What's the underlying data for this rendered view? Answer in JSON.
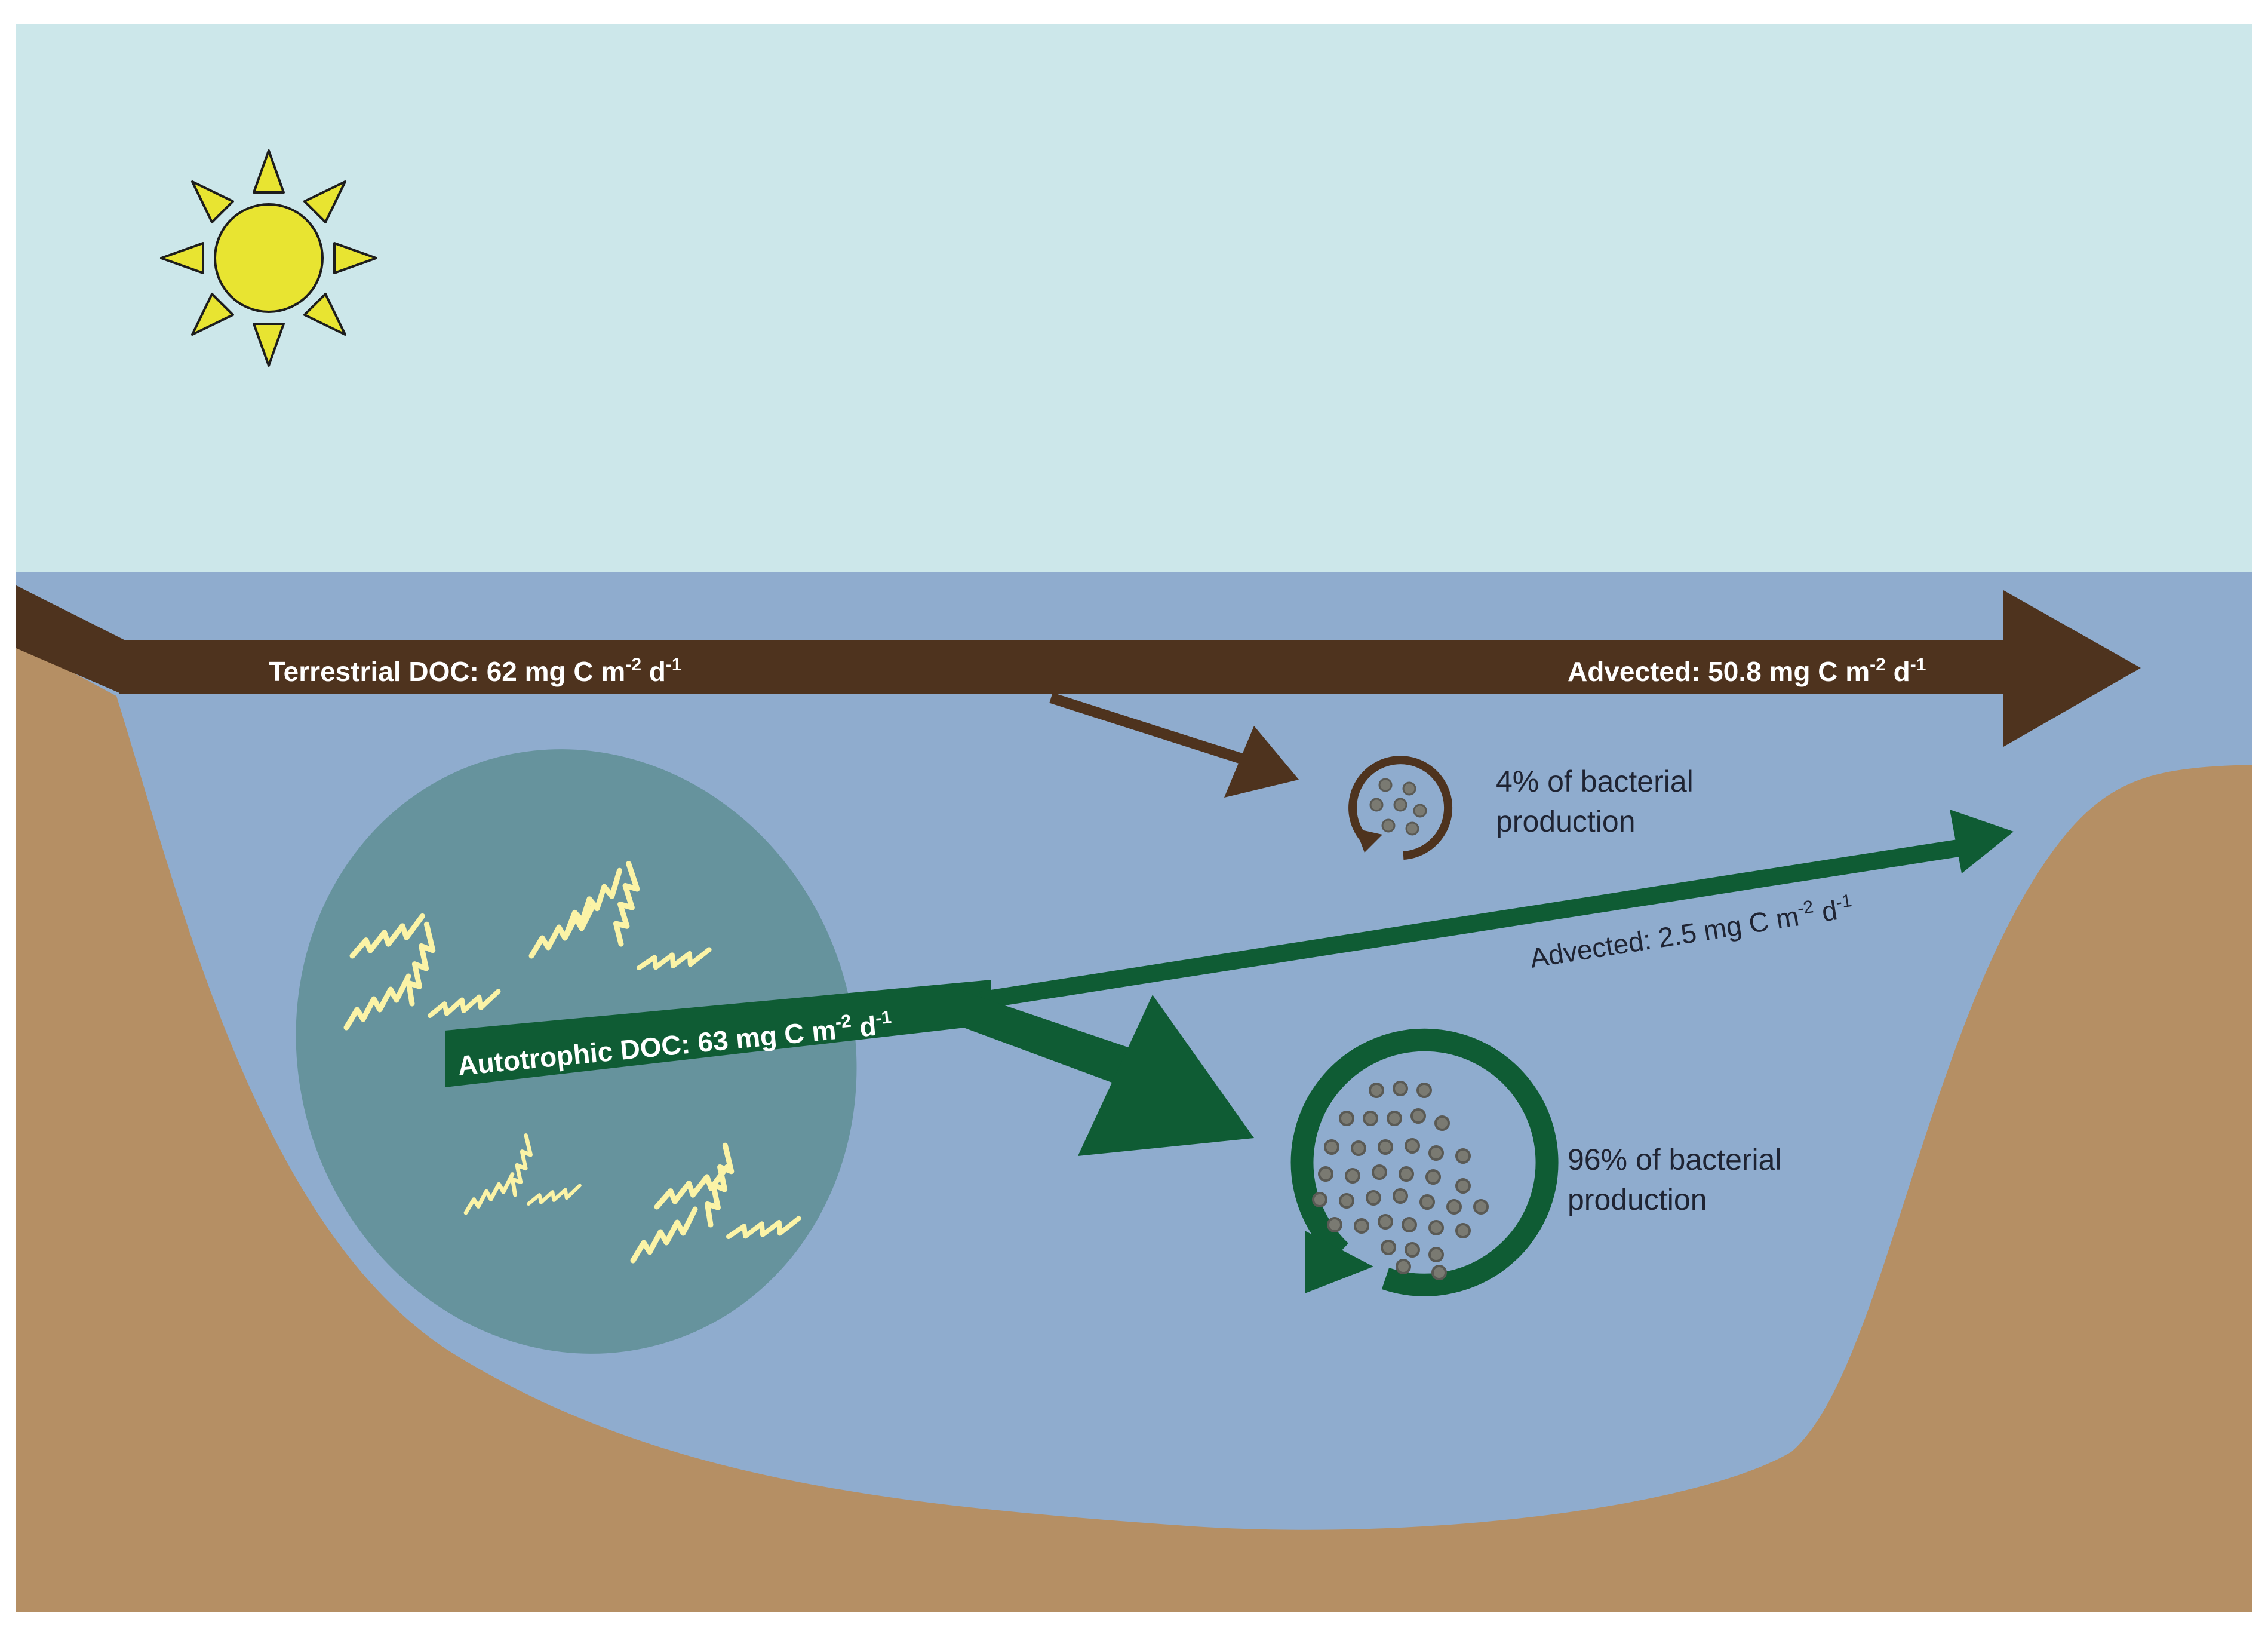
{
  "colors": {
    "sky": "#cce7ea",
    "water": "#8facce",
    "soil": "#b58f64",
    "terrestrial_arrow": "#4e331e",
    "autotrophic_arrow": "#0f5c34",
    "algae_zone": "#66939d",
    "sun": "#e8e431",
    "bacteria": "#7a7a72"
  },
  "icons": {
    "sun": "sun-icon",
    "algae": "algae-icon",
    "bacteria_small": "bacteria-cycle-icon",
    "bacteria_large": "bacteria-cycle-icon"
  },
  "labels": {
    "terrestrial_in": {
      "text": "Terrestrial DOC: 62 mg C m",
      "exp1": "-2",
      "mid": " d",
      "exp2": "-1"
    },
    "terrestrial_out": {
      "text": "Advected: 50.8 mg C m",
      "exp1": "-2",
      "mid": " d",
      "exp2": "-1"
    },
    "autotrophic_in": {
      "text": "Autotrophic DOC: 63 mg C m",
      "exp1": "-2",
      "mid": " d",
      "exp2": "-1"
    },
    "autotrophic_out": {
      "text": "Advected: 2.5 mg C m",
      "exp1": "-2",
      "mid": " d",
      "exp2": "-1"
    },
    "small_bp": {
      "line1": "4% of bacterial",
      "line2": "production"
    },
    "large_bp": {
      "line1": "96% of bacterial",
      "line2": "production"
    }
  }
}
